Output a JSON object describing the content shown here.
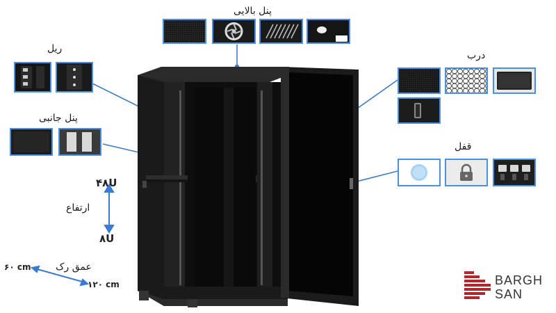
{
  "labels": {
    "top_panel": "پنل بالایی",
    "rail": "ریل",
    "side_panel": "پنل جانبی",
    "door": "درب",
    "lock": "قفل",
    "height": "ارتفاع",
    "height_max": "۴۸U",
    "height_min": "۸U",
    "depth": "عمق رک",
    "depth_min": "۶۰ cm",
    "depth_max": "۱۲۰ cm"
  },
  "brand": {
    "line1": "BARGH",
    "line2": "SAN"
  },
  "colors": {
    "accent": "#4a90e2",
    "rack": "#141414",
    "brand_red": "#b0282e"
  },
  "icons": {
    "top_panel": [
      "mesh-panel",
      "fan-panel",
      "slotted-vent-panel",
      "cable-entry-panel"
    ],
    "rail": [
      "rail-square-holes",
      "rail-round-holes"
    ],
    "side_panel": [
      "solid-side-panel",
      "vented-side-panel"
    ],
    "door": [
      "mesh-door",
      "hexagonal-perforated-door",
      "glass-door",
      "door-handle"
    ],
    "lock": [
      "rfid-card-lock",
      "padlock",
      "combination-lock"
    ]
  }
}
